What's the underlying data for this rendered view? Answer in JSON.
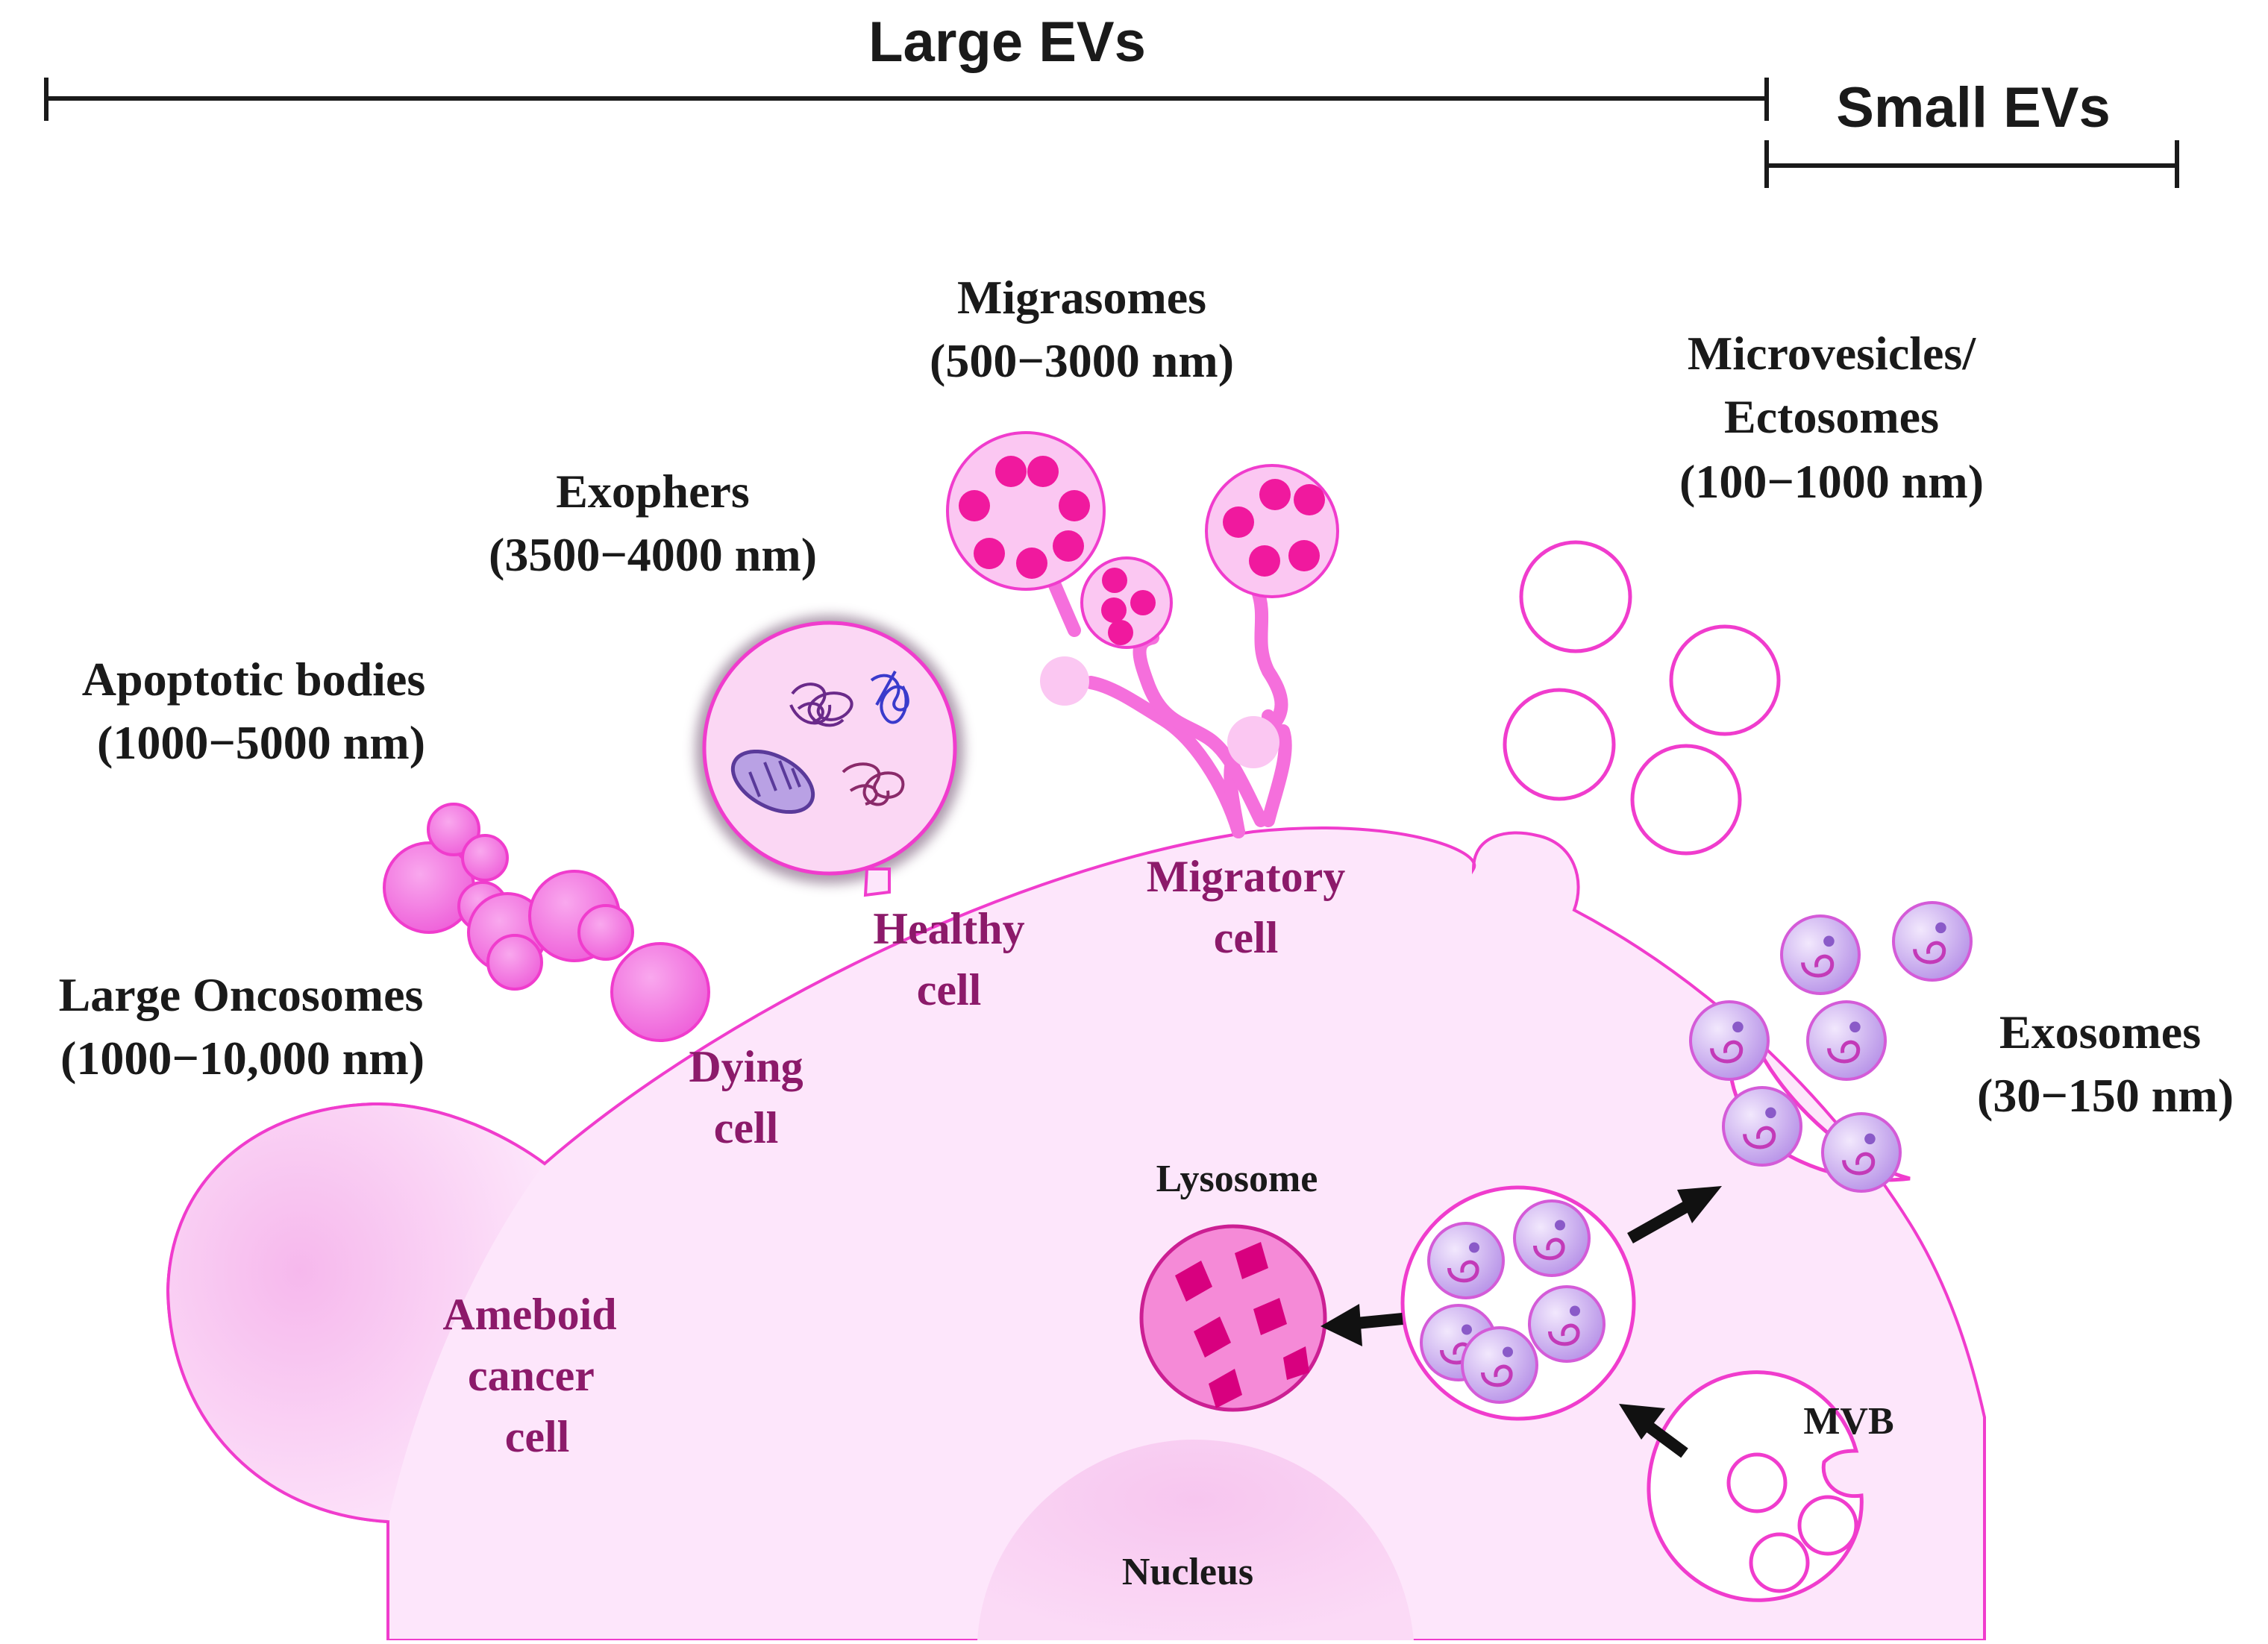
{
  "scale": {
    "large_evs": "Large EVs",
    "small_evs": "Small EVs"
  },
  "ev_types": {
    "migrasomes": {
      "name": "Migrasomes",
      "size": "(500−3000 nm)"
    },
    "microvesicles": {
      "name_line1": "Microvesicles/",
      "name_line2": "Ectosomes",
      "size": "(100−1000 nm)"
    },
    "exophers": {
      "name": "Exophers",
      "size": "(3500−4000 nm)"
    },
    "apoptotic_bodies": {
      "name": "Apoptotic bodies",
      "size": "(1000−5000 nm)"
    },
    "large_oncosomes": {
      "name": "Large Oncosomes",
      "size": "(1000−10,000 nm)"
    },
    "exosomes": {
      "name": "Exosomes",
      "size": "(30−150 nm)"
    }
  },
  "cells": {
    "dying": {
      "line1": "Dying",
      "line2": "cell"
    },
    "healthy": {
      "line1": "Healthy",
      "line2": "cell"
    },
    "migratory": {
      "line1": "Migratory",
      "line2": "cell"
    },
    "ameboid": {
      "line1": "Ameboid",
      "line2": "cancer",
      "line3": "cell"
    }
  },
  "organelles": {
    "lysosome": "Lysosome",
    "mvb": "MVB",
    "nucleus": "Nucleus"
  },
  "colors": {
    "cell_fill": "#fde6fb",
    "cell_stroke": "#f03ccd",
    "vesicle_pink": "#f26ae0",
    "dot_magenta": "#f0199e",
    "exosome_purple": "#c9a8ee",
    "label_purple": "#8c1a6a"
  }
}
